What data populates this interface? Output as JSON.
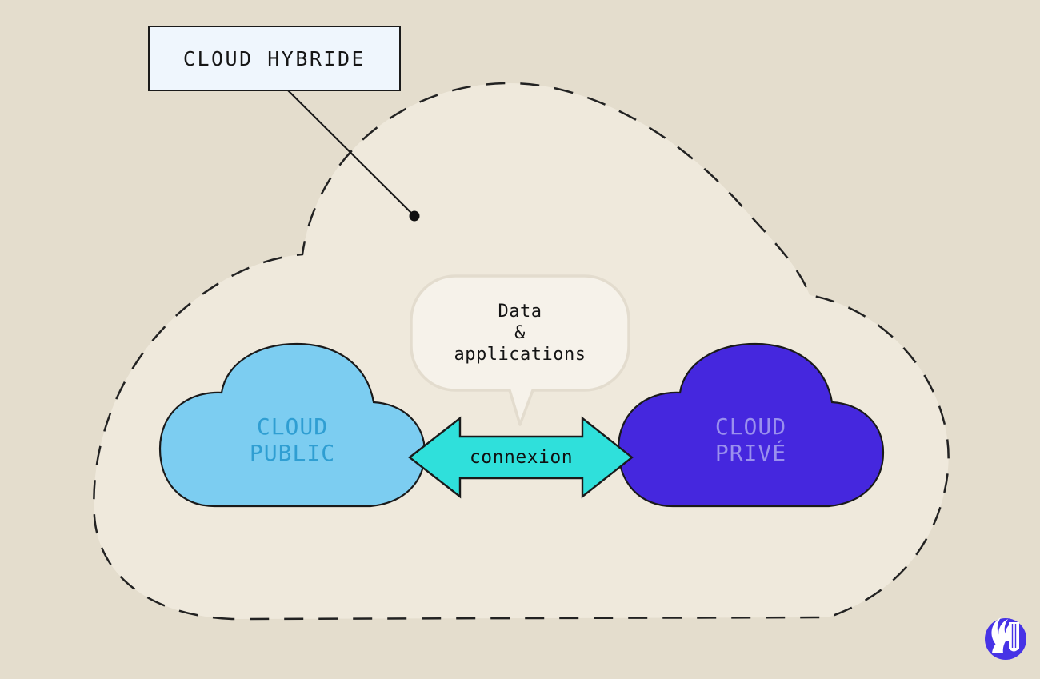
{
  "diagram": {
    "hybrid_cloud": {
      "label": "CLOUD HYBRIDE"
    },
    "public_cloud": {
      "label": "CLOUD\nPUBLIC"
    },
    "private_cloud": {
      "label": "CLOUD\nPRIVÉ"
    },
    "connection": {
      "label": "connexion"
    },
    "data_bubble": {
      "label": "Data\n&\napplications"
    }
  },
  "icons": {
    "logo": "sphinx-wing-logo"
  },
  "colors": {
    "background": "#e4ddcd",
    "hybrid_cloud_fill": "#efe9dc",
    "public_cloud_fill": "#7ccdf1",
    "public_label_color": "#2f9ed2",
    "private_cloud_fill": "#4527de",
    "private_label_color": "#9a90ee",
    "arrow_fill": "#2fe0db",
    "label_box_fill": "#eff6fd",
    "bubble_fill": "#f6f2ea",
    "bubble_border": "#e3dcce",
    "outline": "#1a1a1a",
    "logo_bg": "#4733e6",
    "logo_glyph": "#ffffff"
  }
}
